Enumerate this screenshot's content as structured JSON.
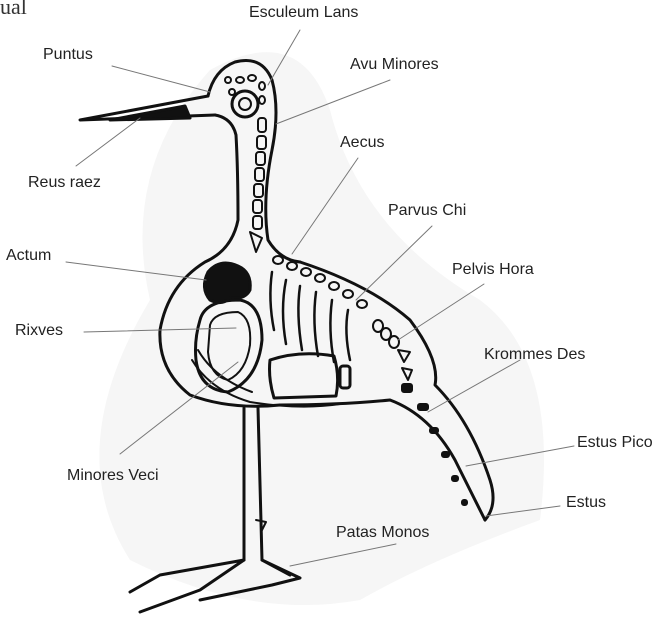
{
  "corner_text": "ual",
  "labels": {
    "esculeum_lans": "Esculeum Lans",
    "puntus": "Puntus",
    "avu_minores": "Avu Minores",
    "reus_raez": "Reus raez",
    "aecus": "Aecus",
    "parvus_chi": "Parvus Chi",
    "actum": "Actum",
    "pelvis_hora": "Pelvis Hora",
    "rixves": "Rixves",
    "krommes_des": "Krommes Des",
    "estus_pico": "Estus Pico",
    "minores_veci": "Minores Veci",
    "estus": "Estus",
    "patas_monos": "Patas Monos"
  }
}
